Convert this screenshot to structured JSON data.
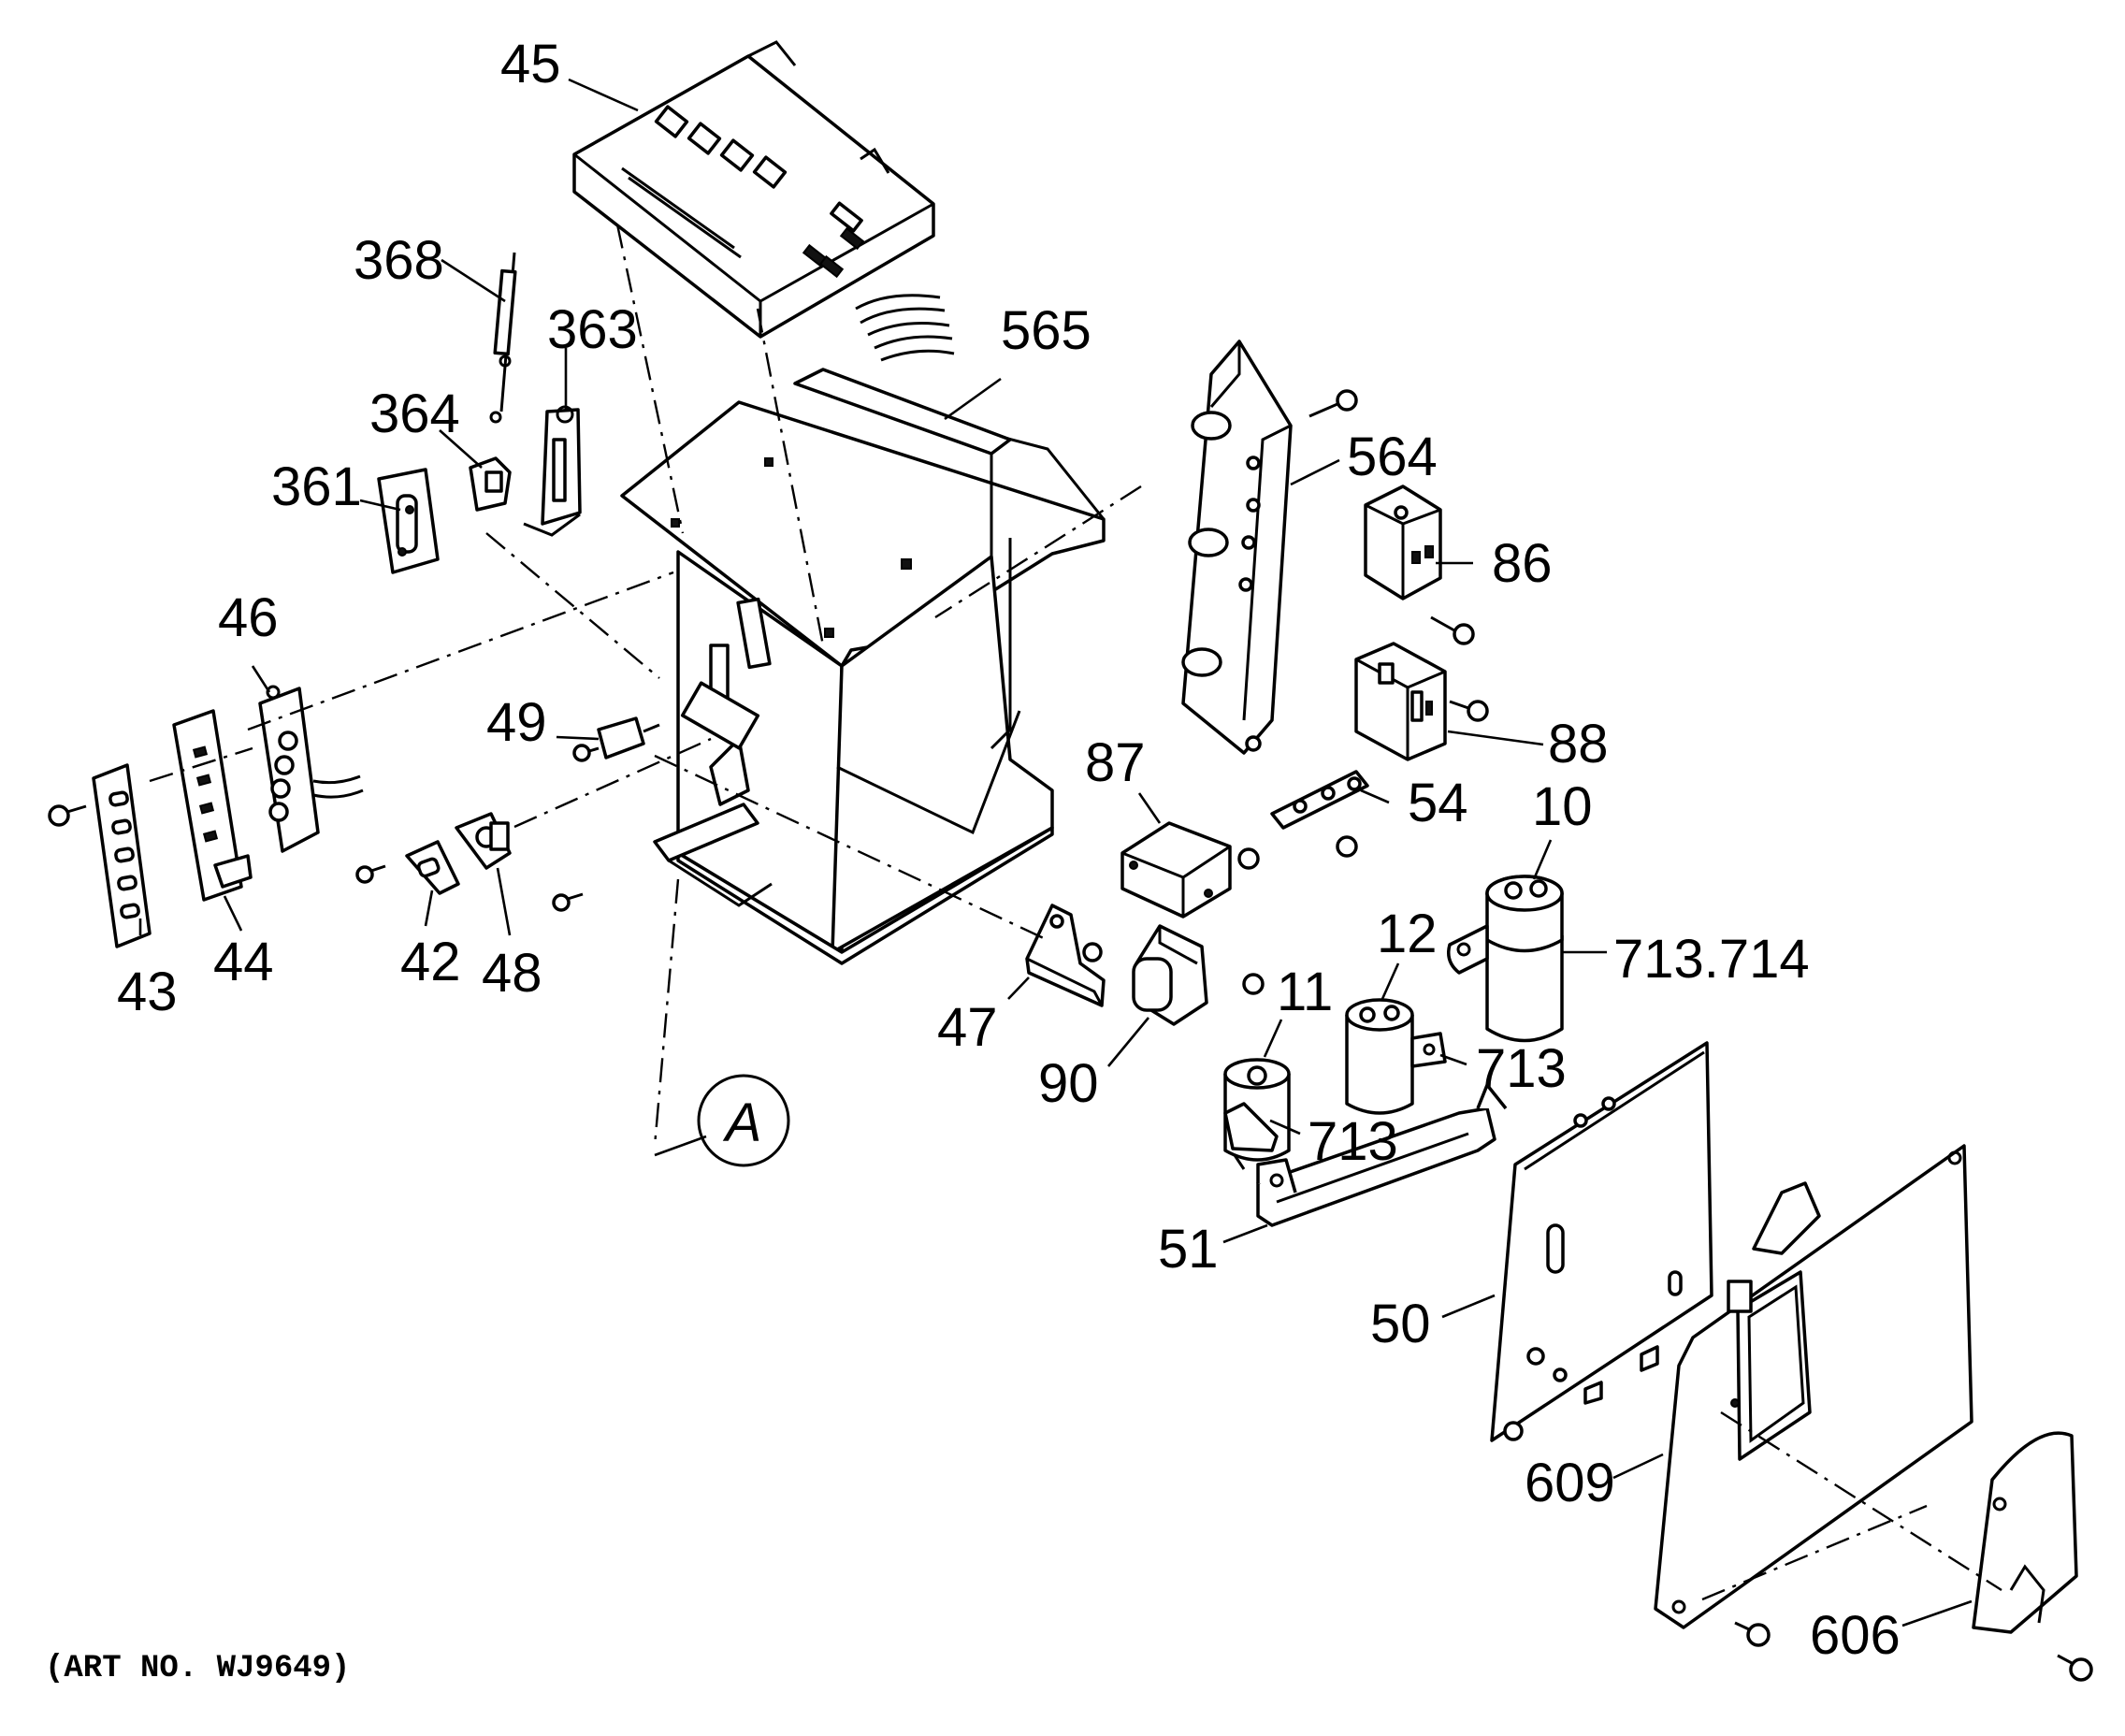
{
  "labels": {
    "l45": "45",
    "l368": "368",
    "l363": "363",
    "l364": "364",
    "l361": "361",
    "l565": "565",
    "l564": "564",
    "l86": "86",
    "l88": "88",
    "l46": "46",
    "l49": "49",
    "l87": "87",
    "l54": "54",
    "l10": "10",
    "l713_714": "713.714",
    "l12": "12",
    "l11": "11",
    "l713a": "713",
    "l713b": "713",
    "l43": "43",
    "l44": "44",
    "l42": "42",
    "l48": "48",
    "l47": "47",
    "l90": "90",
    "l51": "51",
    "l50": "50",
    "l609": "609",
    "l606": "606"
  },
  "callout": "A",
  "art_number": "(ART NO. WJ9649)"
}
